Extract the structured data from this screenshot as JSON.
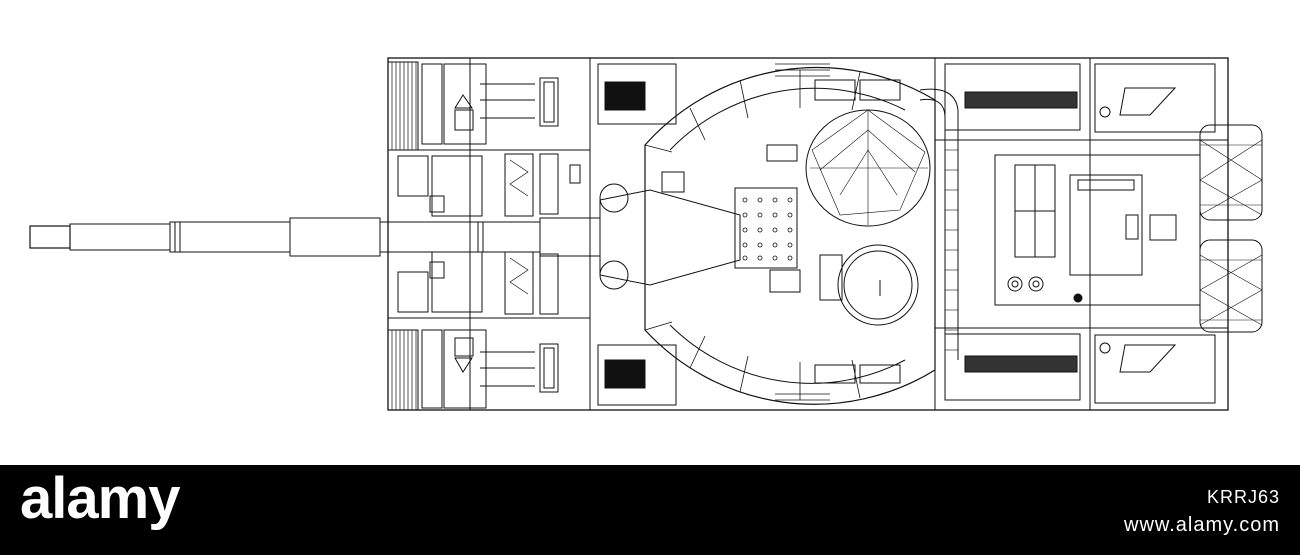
{
  "illustration": {
    "subject": "tank-top-view-wireframe",
    "line_color": "#111111",
    "background": "#ffffff"
  },
  "footer": {
    "background": "#000000",
    "text_color": "#ffffff",
    "brand": "alamy",
    "image_id": "KRRJ63",
    "site": "www.alamy.com"
  }
}
